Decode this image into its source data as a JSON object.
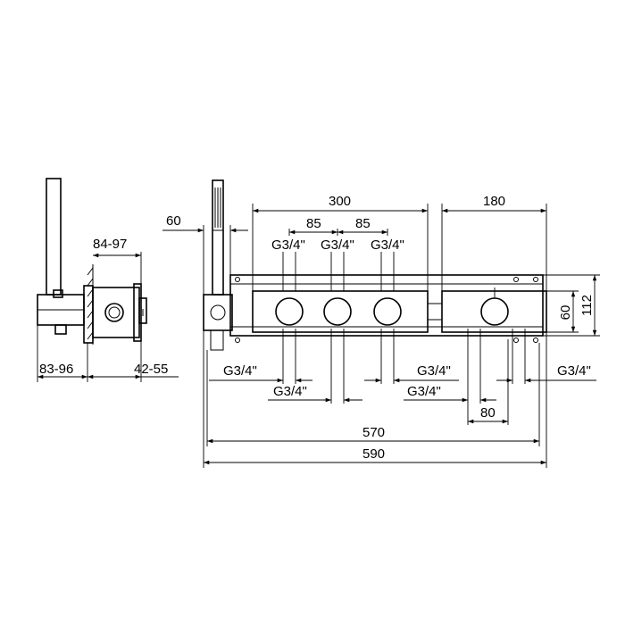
{
  "dimensions": {
    "side_view": {
      "depth_range": "84-97",
      "left_range": "83-96",
      "right_range": "42-55"
    },
    "front_view": {
      "valve_span": "300",
      "valve_spacing_1": "85",
      "valve_spacing_2": "85",
      "thermostat_width": "180",
      "hose_offset": "60",
      "height_inner": "60",
      "height_total": "112",
      "outlet_spacing": "80",
      "width_inner": "570",
      "width_total": "590"
    },
    "threads": {
      "top_1": "G3/4\"",
      "top_2": "G3/4\"",
      "top_3": "G3/4\"",
      "bottom_left_1": "G3/4\"",
      "bottom_left_2": "G3/4\"",
      "bottom_mid_1": "G3/4\"",
      "bottom_mid_2": "G3/4\"",
      "bottom_right": "G3/4\""
    }
  }
}
